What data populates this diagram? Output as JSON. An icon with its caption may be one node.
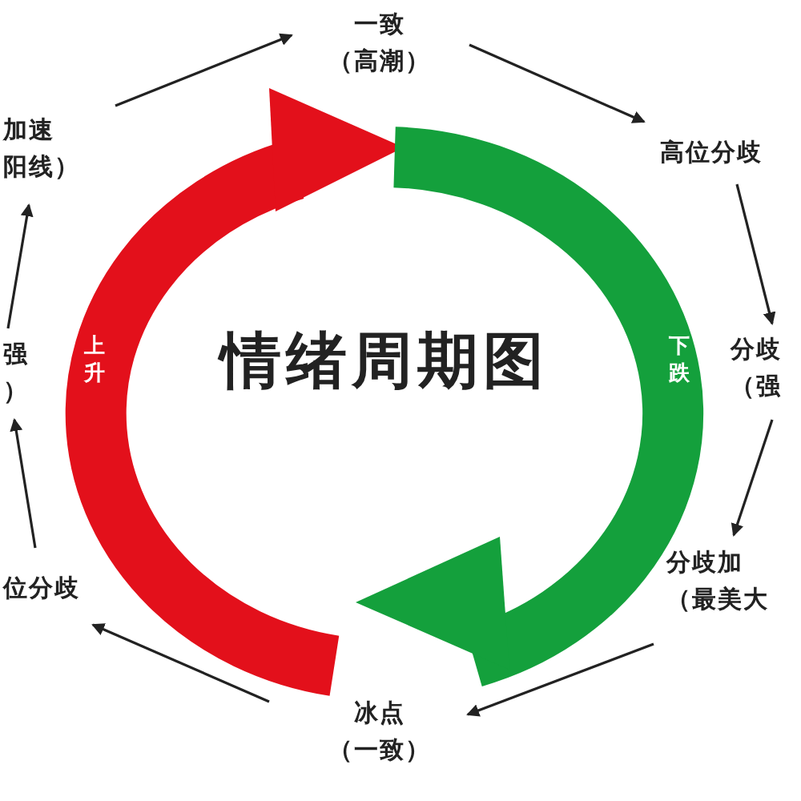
{
  "diagram": {
    "title": "情绪周期图",
    "nodes": [
      {
        "text": [
          "一致",
          "（高潮）"
        ]
      },
      {
        "text": [
          "高位分歧"
        ]
      },
      {
        "text": [
          "分歧",
          "（强"
        ]
      },
      {
        "text": [
          "分歧加",
          "（最美大"
        ]
      },
      {
        "text": [
          "冰点",
          "（一致）"
        ]
      },
      {
        "text": [
          "位分歧"
        ]
      },
      {
        "text": [
          "强",
          "）"
        ]
      },
      {
        "text": [
          "加速",
          "阳线）"
        ]
      }
    ],
    "edges": [
      {
        "from": 7,
        "to": 0,
        "arrow": "to"
      },
      {
        "from": 0,
        "to": 1,
        "arrow": "to"
      },
      {
        "from": 1,
        "to": 2,
        "arrow": "to"
      },
      {
        "from": 2,
        "to": 3,
        "arrow": "to"
      },
      {
        "from": 3,
        "to": 4,
        "arrow": "to"
      },
      {
        "from": 4,
        "to": 5,
        "arrow": "to"
      },
      {
        "from": 5,
        "to": 6,
        "arrow": "to"
      },
      {
        "from": 6,
        "to": 7,
        "arrow": "to"
      }
    ],
    "labels": [
      "上升",
      "下跌"
    ]
  }
}
